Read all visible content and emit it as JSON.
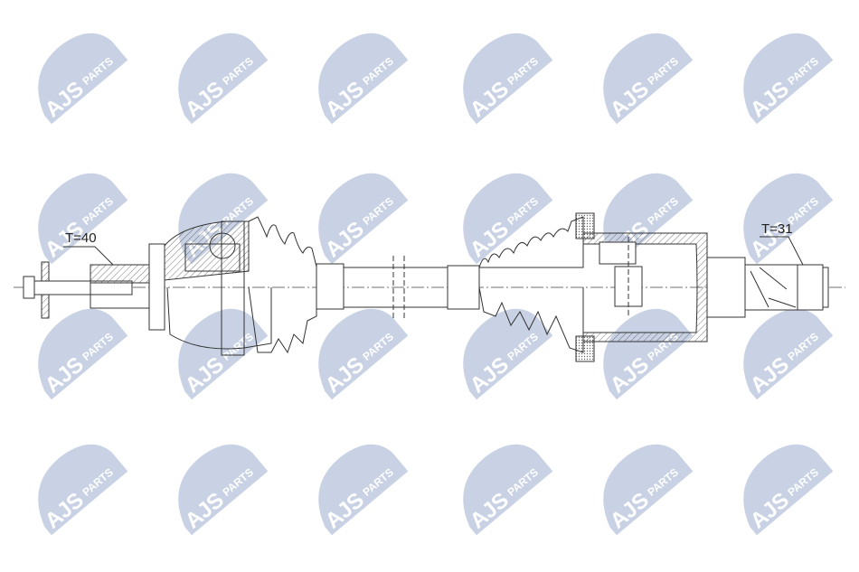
{
  "watermark": {
    "brand": "AJS",
    "suffix": "PARTS",
    "color": "#c8d2e4"
  },
  "labels": {
    "left_teeth": "T=40",
    "right_teeth": "T=31"
  },
  "colors": {
    "line": "#333333",
    "background": "#ffffff"
  }
}
